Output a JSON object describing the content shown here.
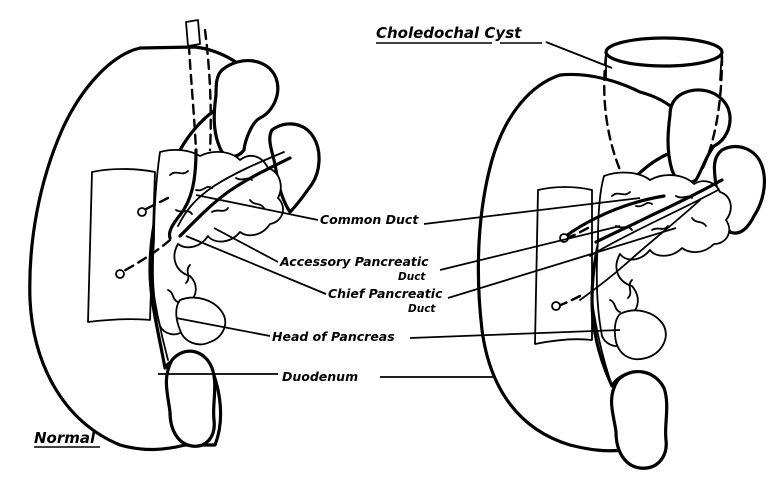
{
  "figure": {
    "labels": {
      "common_duct": "Common Duct",
      "accessory_pancreatic_duct_line1": "Accessory Pancreatic",
      "accessory_pancreatic_duct_line2": "Duct",
      "chief_pancreatic_duct_line1": "Chief Pancreatic",
      "chief_pancreatic_duct_line2": "Duct",
      "head_of_pancreas": "Head of Pancreas",
      "duodenum": "Duodenum",
      "normal": "Normal",
      "choledochal_cyst": "Choledochal Cyst"
    }
  },
  "colors": {
    "ink": "#000000",
    "paper": "#ffffff"
  }
}
